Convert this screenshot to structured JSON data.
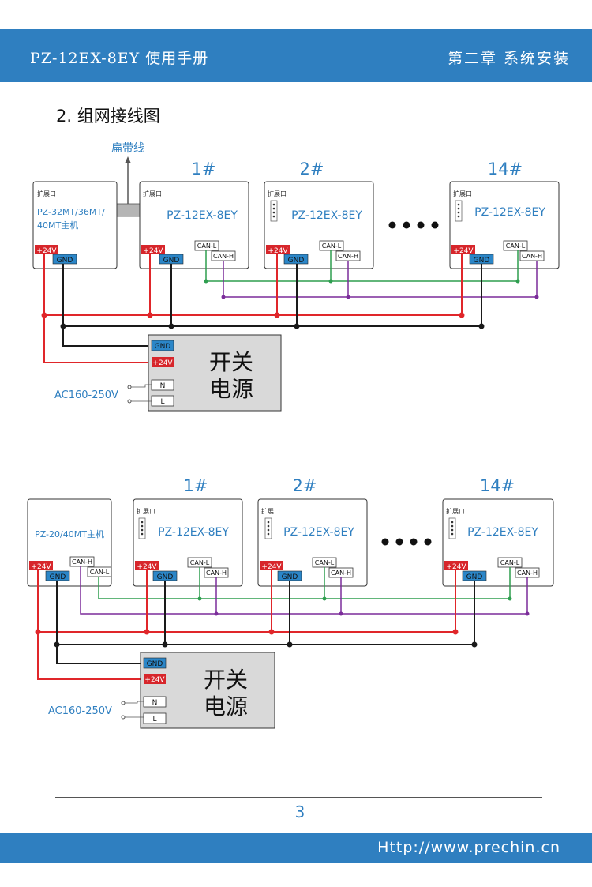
{
  "header": {
    "left_title": "PZ-12EX-8EY 使用手册",
    "right_title": "第二章  系统安装"
  },
  "section_title": "2. 组网接线图",
  "labels": {
    "ribbon_cable": "扁带线",
    "expansion_port": "扩展口",
    "module_model": "PZ-12EX-8EY",
    "module_1": "1#",
    "module_2": "2#",
    "module_14": "14#",
    "main_unit_1_line1": "PZ-32MT/36MT/",
    "main_unit_1_line2": "40MT主机",
    "main_unit_2": "PZ-20/40MT主机",
    "plus24v": "+24V",
    "gnd": "GND",
    "can_l": "CAN-L",
    "can_h": "CAN-H",
    "n": "N",
    "l": "L",
    "psu_line1": "开关",
    "psu_line2": "电源",
    "ac_range": "AC160-250V"
  },
  "colors": {
    "brand_blue": "#2f7fc0",
    "wire_24v": "#e0262a",
    "wire_gnd": "#1a1a1a",
    "wire_can_l": "#2e9e4f",
    "wire_can_h": "#7b2c9a",
    "label_24v_bg": "#d7262b",
    "label_gnd_bg": "#2b86c8",
    "psu_fill": "#d9d9d9"
  },
  "footer": {
    "page_number": "3",
    "url": "Http://www.prechin.cn"
  }
}
